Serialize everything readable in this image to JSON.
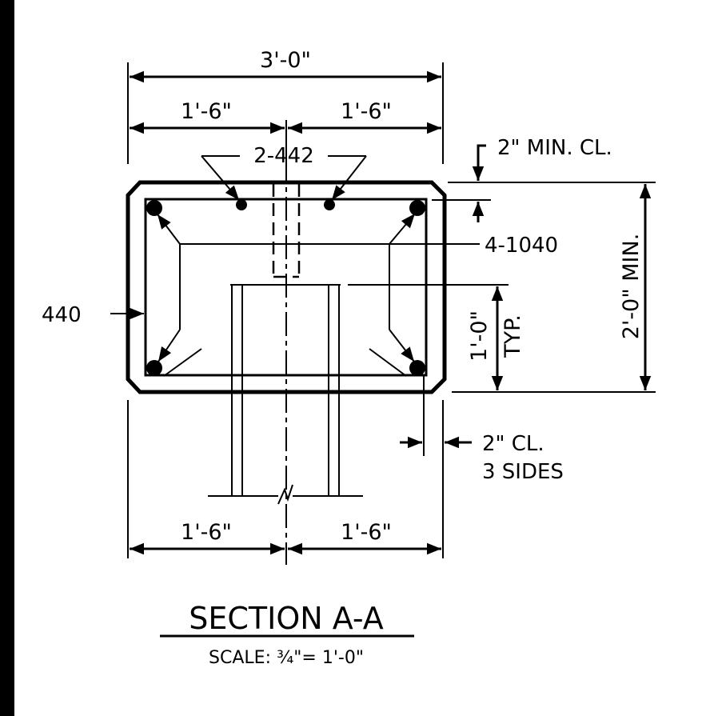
{
  "colors": {
    "ink": "#000000",
    "background": "#ffffff"
  },
  "dimensions": {
    "overall_width": "3'-0\"",
    "top_left_half": "1'-6\"",
    "top_right_half": "1'-6\"",
    "bottom_left_half": "1'-6\"",
    "bottom_right_half": "1'-6\"",
    "depth": "2'-0\" MIN.",
    "embed": "1'-0\"",
    "embed_typ": "TYP."
  },
  "notes": {
    "top_bars": "2-442",
    "corner_bars": "4-1040",
    "stirrup": "440",
    "top_clear": "2\" MIN. CL.",
    "side_clear_line1": "2\" CL.",
    "side_clear_line2": "3 SIDES"
  },
  "title": {
    "section": "SECTION A-A",
    "scale": "SCALE: ¾\"= 1'-0\""
  }
}
